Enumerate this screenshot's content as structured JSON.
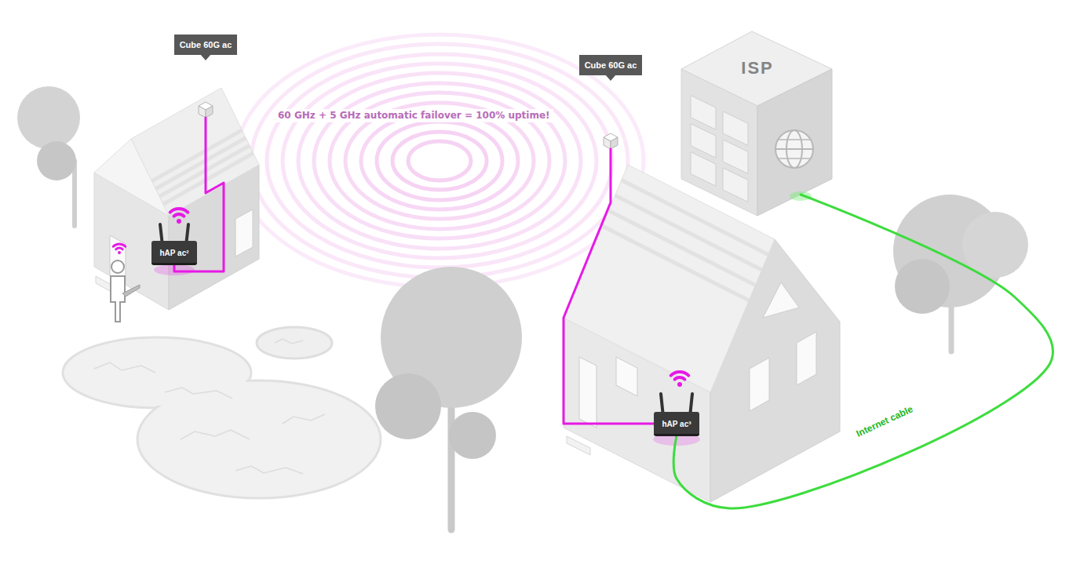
{
  "diagram": {
    "nodes": [
      {
        "text": [
          "Cube 60G ac"
        ]
      },
      {
        "text": [
          "hAP ac²"
        ]
      },
      {
        "text": [
          "Cube 60G ac"
        ]
      },
      {
        "text": [
          "hAP ac³"
        ]
      },
      {
        "text": [
          "ISP"
        ]
      }
    ],
    "edges": [
      {
        "from": 0,
        "to": 1,
        "arrow": "none"
      },
      {
        "from": 2,
        "to": 3,
        "arrow": "none"
      },
      {
        "from": 3,
        "to": 4,
        "arrow": "none",
        "label": "Internet cable"
      }
    ],
    "labels": [
      "60 GHz + 5 GHz automatic failover = 100% uptime!"
    ]
  }
}
